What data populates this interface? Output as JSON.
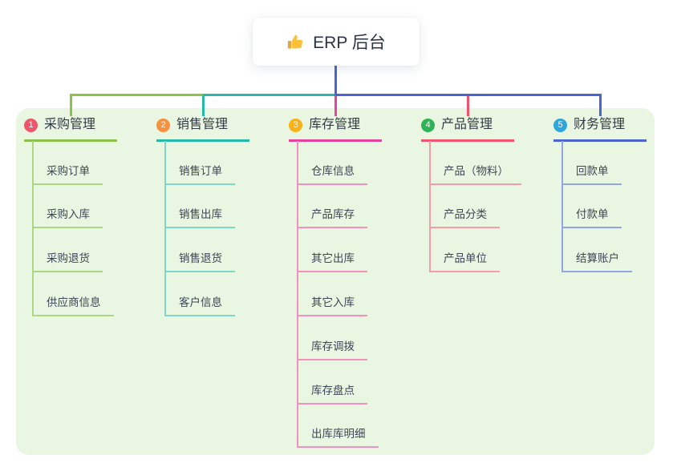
{
  "root": {
    "label": "ERP 后台",
    "icon": "thumbs-up-icon"
  },
  "colors": {
    "page_background": "#ffffff",
    "panel_background": "#e9f6e1",
    "root_connector": "#4a64d0",
    "header_text": "#333b48",
    "child_text": "#3d4757",
    "badge_text": "#ffffff"
  },
  "branches": [
    {
      "badge": "1",
      "label": "采购管理",
      "badge_color": "#f1556c",
      "line_color": "#8bc34a",
      "child_line_color": "#aed581",
      "children": [
        "采购订单",
        "采购入库",
        "采购退货",
        "供应商信息"
      ]
    },
    {
      "badge": "2",
      "label": "销售管理",
      "badge_color": "#f7903f",
      "line_color": "#26b9a8",
      "child_line_color": "#7fd6c9",
      "children": [
        "销售订单",
        "销售出库",
        "销售退货",
        "客户信息"
      ]
    },
    {
      "badge": "3",
      "label": "库存管理",
      "badge_color": "#f9b115",
      "line_color": "#e8429d",
      "child_line_color": "#f48fc0",
      "children": [
        "仓库信息",
        "产品库存",
        "其它出库",
        "其它入库",
        "库存调拨",
        "库存盘点",
        "出库库明细"
      ]
    },
    {
      "badge": "4",
      "label": "产品管理",
      "badge_color": "#2eb356",
      "line_color": "#f4516c",
      "child_line_color": "#f79ba6",
      "children": [
        "产品（物料）",
        "产品分类",
        "产品单位"
      ]
    },
    {
      "badge": "5",
      "label": "财务管理",
      "badge_color": "#2ca6dd",
      "line_color": "#4a64d0",
      "child_line_color": "#92a5e6",
      "children": [
        "回款单",
        "付款单",
        "结算账户"
      ]
    }
  ]
}
